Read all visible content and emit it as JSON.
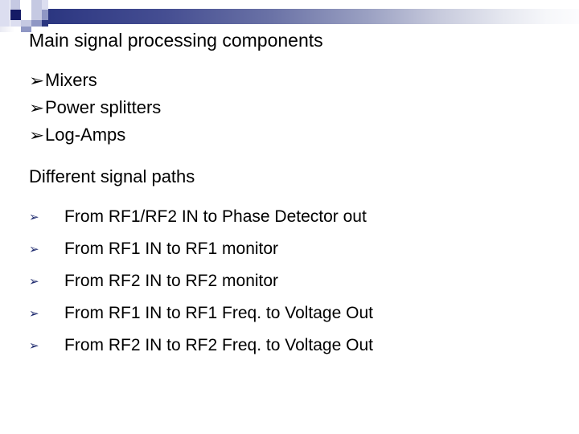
{
  "slide": {
    "title": "Main signal processing components",
    "decoration": {
      "accent_dark": "#151b66",
      "accent_navy": "#2b3680",
      "accent_mid": "#8f97c4",
      "accent_light": "#c5c9e2",
      "accent_pale": "#dcdef0"
    },
    "components": {
      "bullet_glyph": "➢",
      "items": [
        {
          "label": "Mixers"
        },
        {
          "label": "Power splitters"
        },
        {
          "label": "Log-Amps"
        }
      ]
    },
    "section_heading": "Different signal paths",
    "paths": {
      "bullet_glyph": "➢",
      "bullet_color": "#1e2a6e",
      "items": [
        {
          "label": "From RF1/RF2 IN to Phase Detector out"
        },
        {
          "label": "From RF1 IN to RF1 monitor"
        },
        {
          "label": "From RF2 IN to RF2 monitor"
        },
        {
          "label": "From RF1 IN to RF1 Freq. to Voltage Out"
        },
        {
          "label": "From RF2 IN to RF2 Freq. to Voltage Out"
        }
      ]
    }
  }
}
